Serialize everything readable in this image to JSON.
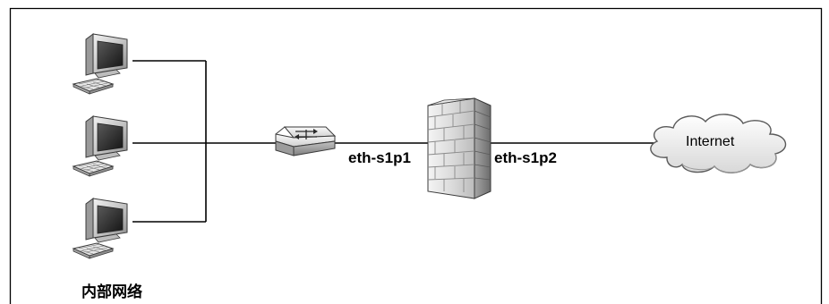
{
  "diagram": {
    "internal_network_label": "内部网络",
    "interface_internal": "eth-s1p1",
    "interface_external": "eth-s1p2",
    "cloud_label": "Internet",
    "nodes": [
      {
        "type": "computer",
        "icon": "computer-icon"
      },
      {
        "type": "computer",
        "icon": "computer-icon"
      },
      {
        "type": "computer",
        "icon": "computer-icon"
      },
      {
        "type": "switch",
        "icon": "switch-icon"
      },
      {
        "type": "firewall",
        "icon": "firewall-icon"
      },
      {
        "type": "cloud",
        "icon": "cloud-icon"
      }
    ],
    "colors": {
      "line": "#000000",
      "device_body": "#d4d4d4",
      "device_dark": "#8c8c8c",
      "screen": "#2a2a2a"
    }
  }
}
